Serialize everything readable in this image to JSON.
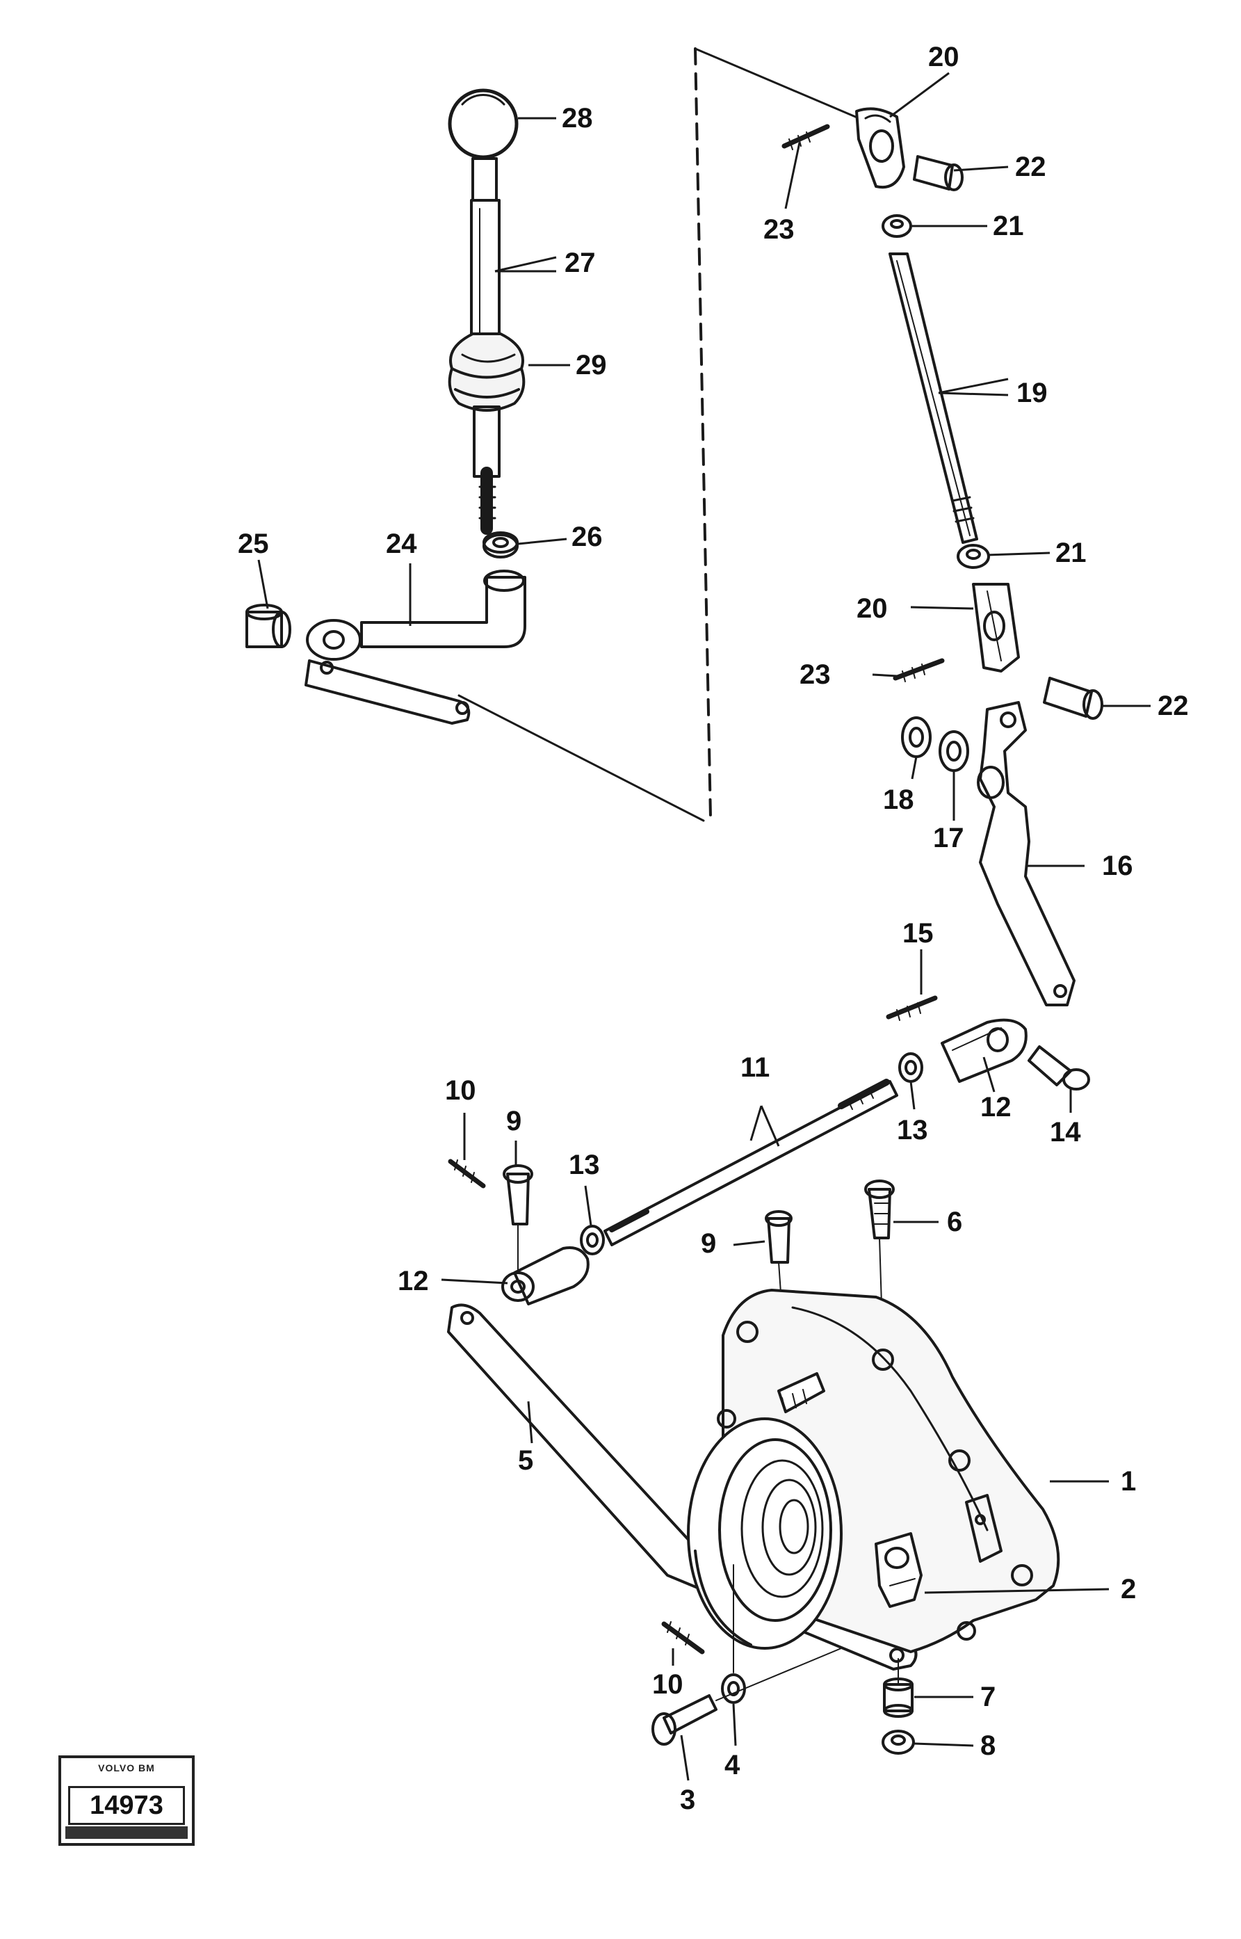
{
  "drawing_number": "14973",
  "stamp_brand": "VOLVO BM",
  "callouts": {
    "c1": "1",
    "c2": "2",
    "c3": "3",
    "c4": "4",
    "c5": "5",
    "c6": "6",
    "c7": "7",
    "c8": "8",
    "c9a": "9",
    "c9b": "9",
    "c10a": "10",
    "c10b": "10",
    "c11": "11",
    "c12a": "12",
    "c12b": "12",
    "c13a": "13",
    "c13b": "13",
    "c14": "14",
    "c15": "15",
    "c16": "16",
    "c17": "17",
    "c18": "18",
    "c19": "19",
    "c20a": "20",
    "c20b": "20",
    "c21a": "21",
    "c21b": "21",
    "c22a": "22",
    "c22b": "22",
    "c23a": "23",
    "c23b": "23",
    "c24": "24",
    "c25": "25",
    "c26": "26",
    "c27": "27",
    "c28": "28",
    "c29": "29"
  }
}
